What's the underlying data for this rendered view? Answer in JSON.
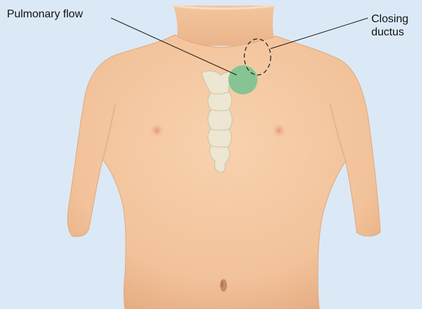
{
  "labels": {
    "pulmonary_flow": "Pulmonary flow",
    "closing_ductus_line1": "Closing",
    "closing_ductus_line2": "ductus"
  },
  "colors": {
    "background": "#dbe9f6",
    "skin": "#f4c59e",
    "skin_shadow": "#e6ad83",
    "nipple": "#eca18c",
    "bone": "#ece6d2",
    "pulmonary_flow_marker": "#7cc491",
    "line": "#1a1a1a"
  },
  "markers": {
    "pulmonary_flow": "filled-green-circle",
    "closing_ductus": "dashed-circle"
  }
}
